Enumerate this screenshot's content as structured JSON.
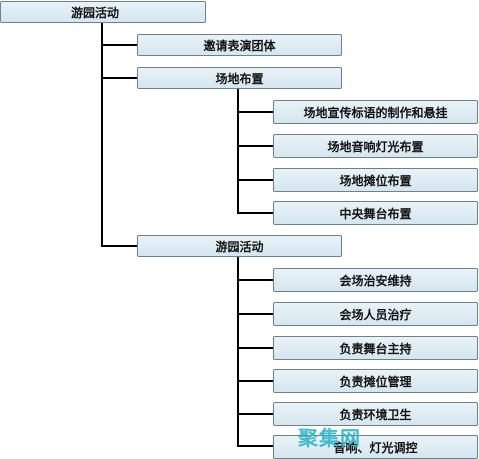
{
  "root": {
    "label": "游园活动"
  },
  "level1": [
    {
      "label": "邀请表演团体",
      "children": []
    },
    {
      "label": "场地布置",
      "children": [
        {
          "label": "场地宣传标语的制作和悬挂"
        },
        {
          "label": "场地音响灯光布置"
        },
        {
          "label": "场地摊位布置"
        },
        {
          "label": "中央舞台布置"
        }
      ]
    },
    {
      "label": "游园活动",
      "children": [
        {
          "label": "会场治安维持"
        },
        {
          "label": "会场人员治疗"
        },
        {
          "label": "负责舞台主持"
        },
        {
          "label": "负责摊位管理"
        },
        {
          "label": "负责环境卫生"
        },
        {
          "label": "音响、灯光调控"
        }
      ]
    }
  ],
  "watermark": "聚集网",
  "colors": {
    "node_fill": "#dbe9f1",
    "node_border": "#6f7f8c",
    "connector": "#000000",
    "watermark": "#2fb4c8"
  }
}
